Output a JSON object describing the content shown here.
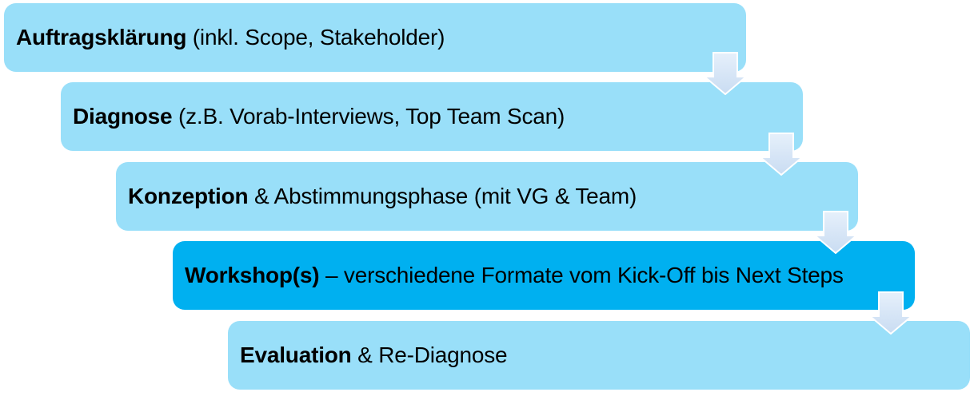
{
  "diagram": {
    "steps": [
      {
        "title": "Auftragsklärung",
        "detail": "(inkl. Scope, Stakeholder)",
        "variant": "light"
      },
      {
        "title": "Diagnose",
        "detail": "(z.B. Vorab-Interviews, Top Team Scan)",
        "variant": "light"
      },
      {
        "title": "Konzeption",
        "detail": "& Abstimmungsphase (mit VG & Team)",
        "variant": "light"
      },
      {
        "title": "Workshop(s)",
        "detail": "– verschiedene Formate vom Kick-Off bis Next Steps",
        "variant": "dark"
      },
      {
        "title": "Evaluation",
        "detail": "& Re-Diagnose",
        "variant": "light"
      }
    ],
    "icons": {
      "connector": "arrow-down-icon"
    },
    "colors": {
      "light": "#99DFF9",
      "dark": "#00B0F0",
      "text": "#000000",
      "arrow_top": "#E6F0FB",
      "arrow_bottom": "#C9DCF2",
      "arrow_border": "#FFFFFF"
    }
  }
}
